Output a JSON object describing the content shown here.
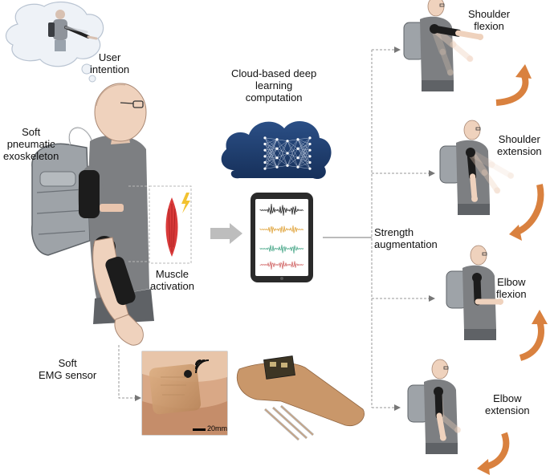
{
  "labels": {
    "user_intention": [
      "User",
      "intention"
    ],
    "soft_exoskeleton": [
      "Soft",
      "pneumatic",
      "exoskeleton"
    ],
    "cloud_computation": [
      "Cloud-based deep",
      "learning",
      "computation"
    ],
    "muscle_activation": [
      "Muscle",
      "activation"
    ],
    "strength_augmentation": [
      "Strength",
      "augmentation"
    ],
    "soft_emg_sensor": [
      "Soft",
      "EMG sensor"
    ],
    "scale_bar": "20mm"
  },
  "motions": [
    {
      "lines": [
        "Shoulder",
        "flexion"
      ]
    },
    {
      "lines": [
        "Shoulder",
        "extension"
      ]
    },
    {
      "lines": [
        "Elbow",
        "flexion"
      ]
    },
    {
      "lines": [
        "Elbow",
        "extension"
      ]
    }
  ],
  "colors": {
    "cloud": "#1f3d6b",
    "arrow_orange": "#d9813f",
    "muscle": "#d93a3a",
    "lightning": "#f2c230",
    "shirt": "#7d7f82",
    "exo": "#1c1c1c",
    "skin": "#efd2bd",
    "sensor_patch": "#c9976a",
    "waveforms": [
      "#222222",
      "#e0a43c",
      "#4aa88a",
      "#d26a6a"
    ]
  },
  "icons": [
    "thought-cloud-icon",
    "network-cloud-icon",
    "tablet-icon",
    "wifi-icon",
    "lightning-icon",
    "muscle-icon"
  ]
}
